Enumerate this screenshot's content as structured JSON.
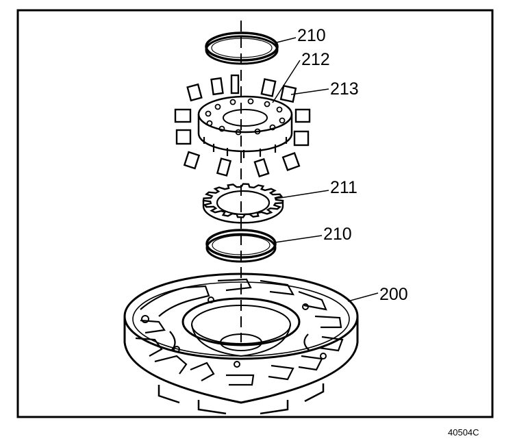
{
  "diagram": {
    "callouts": {
      "ring_top": "210",
      "rotor": "212",
      "vanes": "213",
      "vane_ring": "211",
      "ring_bottom": "210",
      "pump_body": "200"
    },
    "figure_id": "40504C"
  }
}
